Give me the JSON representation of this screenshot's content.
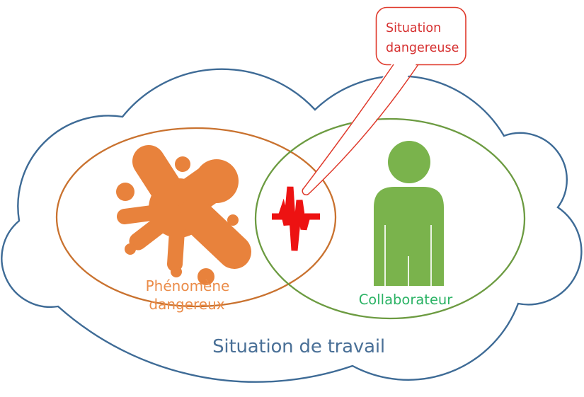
{
  "title": "Situation de travail diagram",
  "cloud": {
    "label": "Situation de travail"
  },
  "callout": {
    "line1": "Situation",
    "line2": "dangereuse"
  },
  "hazard": {
    "label_line1": "Phénomène",
    "label_line2": "dangereux",
    "icon": "splat-icon"
  },
  "collaborator": {
    "label": "Collaborateur",
    "icon": "person-icon"
  },
  "overlap": {
    "icon": "heartbeat-icon"
  },
  "colors": {
    "cloud_stroke": "#3E6B96",
    "work_label": "#4A7097",
    "hazard_ellipse": "#C9722F",
    "splat": "#E8823C",
    "hazard_label": "#EB8C49",
    "collab_ellipse": "#6C9B41",
    "person": "#7AB34C",
    "collab_label": "#2BB365",
    "danger_red": "#DF3A2C",
    "danger_red_text": "#D63030",
    "pulse_red": "#ED1212"
  }
}
